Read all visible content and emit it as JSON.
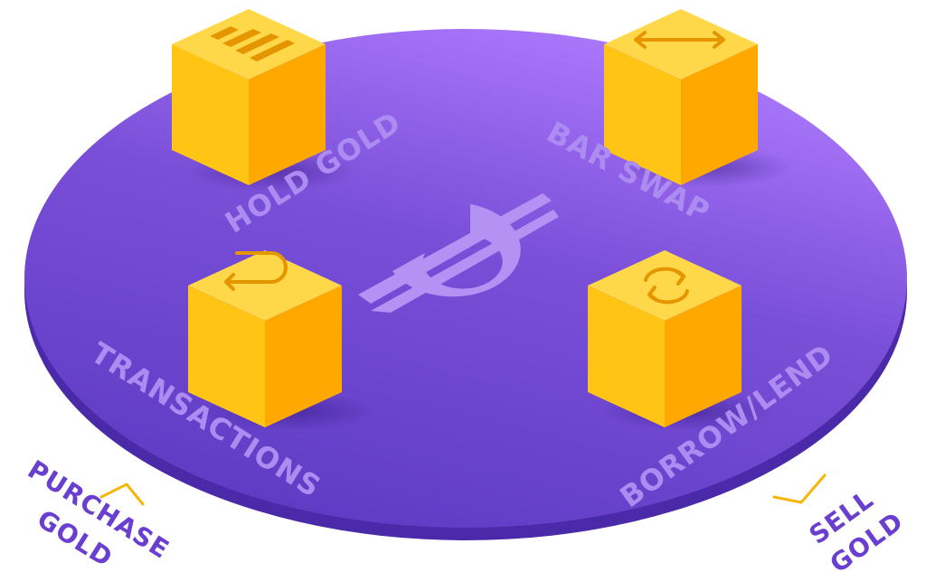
{
  "colors": {
    "disc_top": "#7a4fd8",
    "disc_edge": "#4a2aa8",
    "disc_label": "#ad8cf2",
    "outside_label": "#6a3fd0",
    "cube_top": "#ffd84a",
    "cube_left": "#ffc414",
    "cube_right": "#ffa800",
    "icon": "#e59500",
    "caret": "#f5b70a",
    "logo": "#b796f5"
  },
  "center_logo": {
    "icon": "gold-coin-logo-icon"
  },
  "nodes": [
    {
      "id": "hold-gold",
      "label": "HOLD GOLD",
      "icon": "gold-bars-icon"
    },
    {
      "id": "bar-swap",
      "label": "BAR SWAP",
      "icon": "double-arrow-icon"
    },
    {
      "id": "transactions",
      "label": "TRANSACTIONS",
      "icon": "u-turn-arrow-icon"
    },
    {
      "id": "borrow-lend",
      "label": "BORROW/LEND",
      "icon": "cycle-arrows-icon"
    }
  ],
  "entry": {
    "line1": "PURCHASE",
    "line2": "GOLD",
    "icon": "caret-up-icon"
  },
  "exit": {
    "line1": "SELL",
    "line2": "GOLD",
    "icon": "caret-down-icon"
  }
}
